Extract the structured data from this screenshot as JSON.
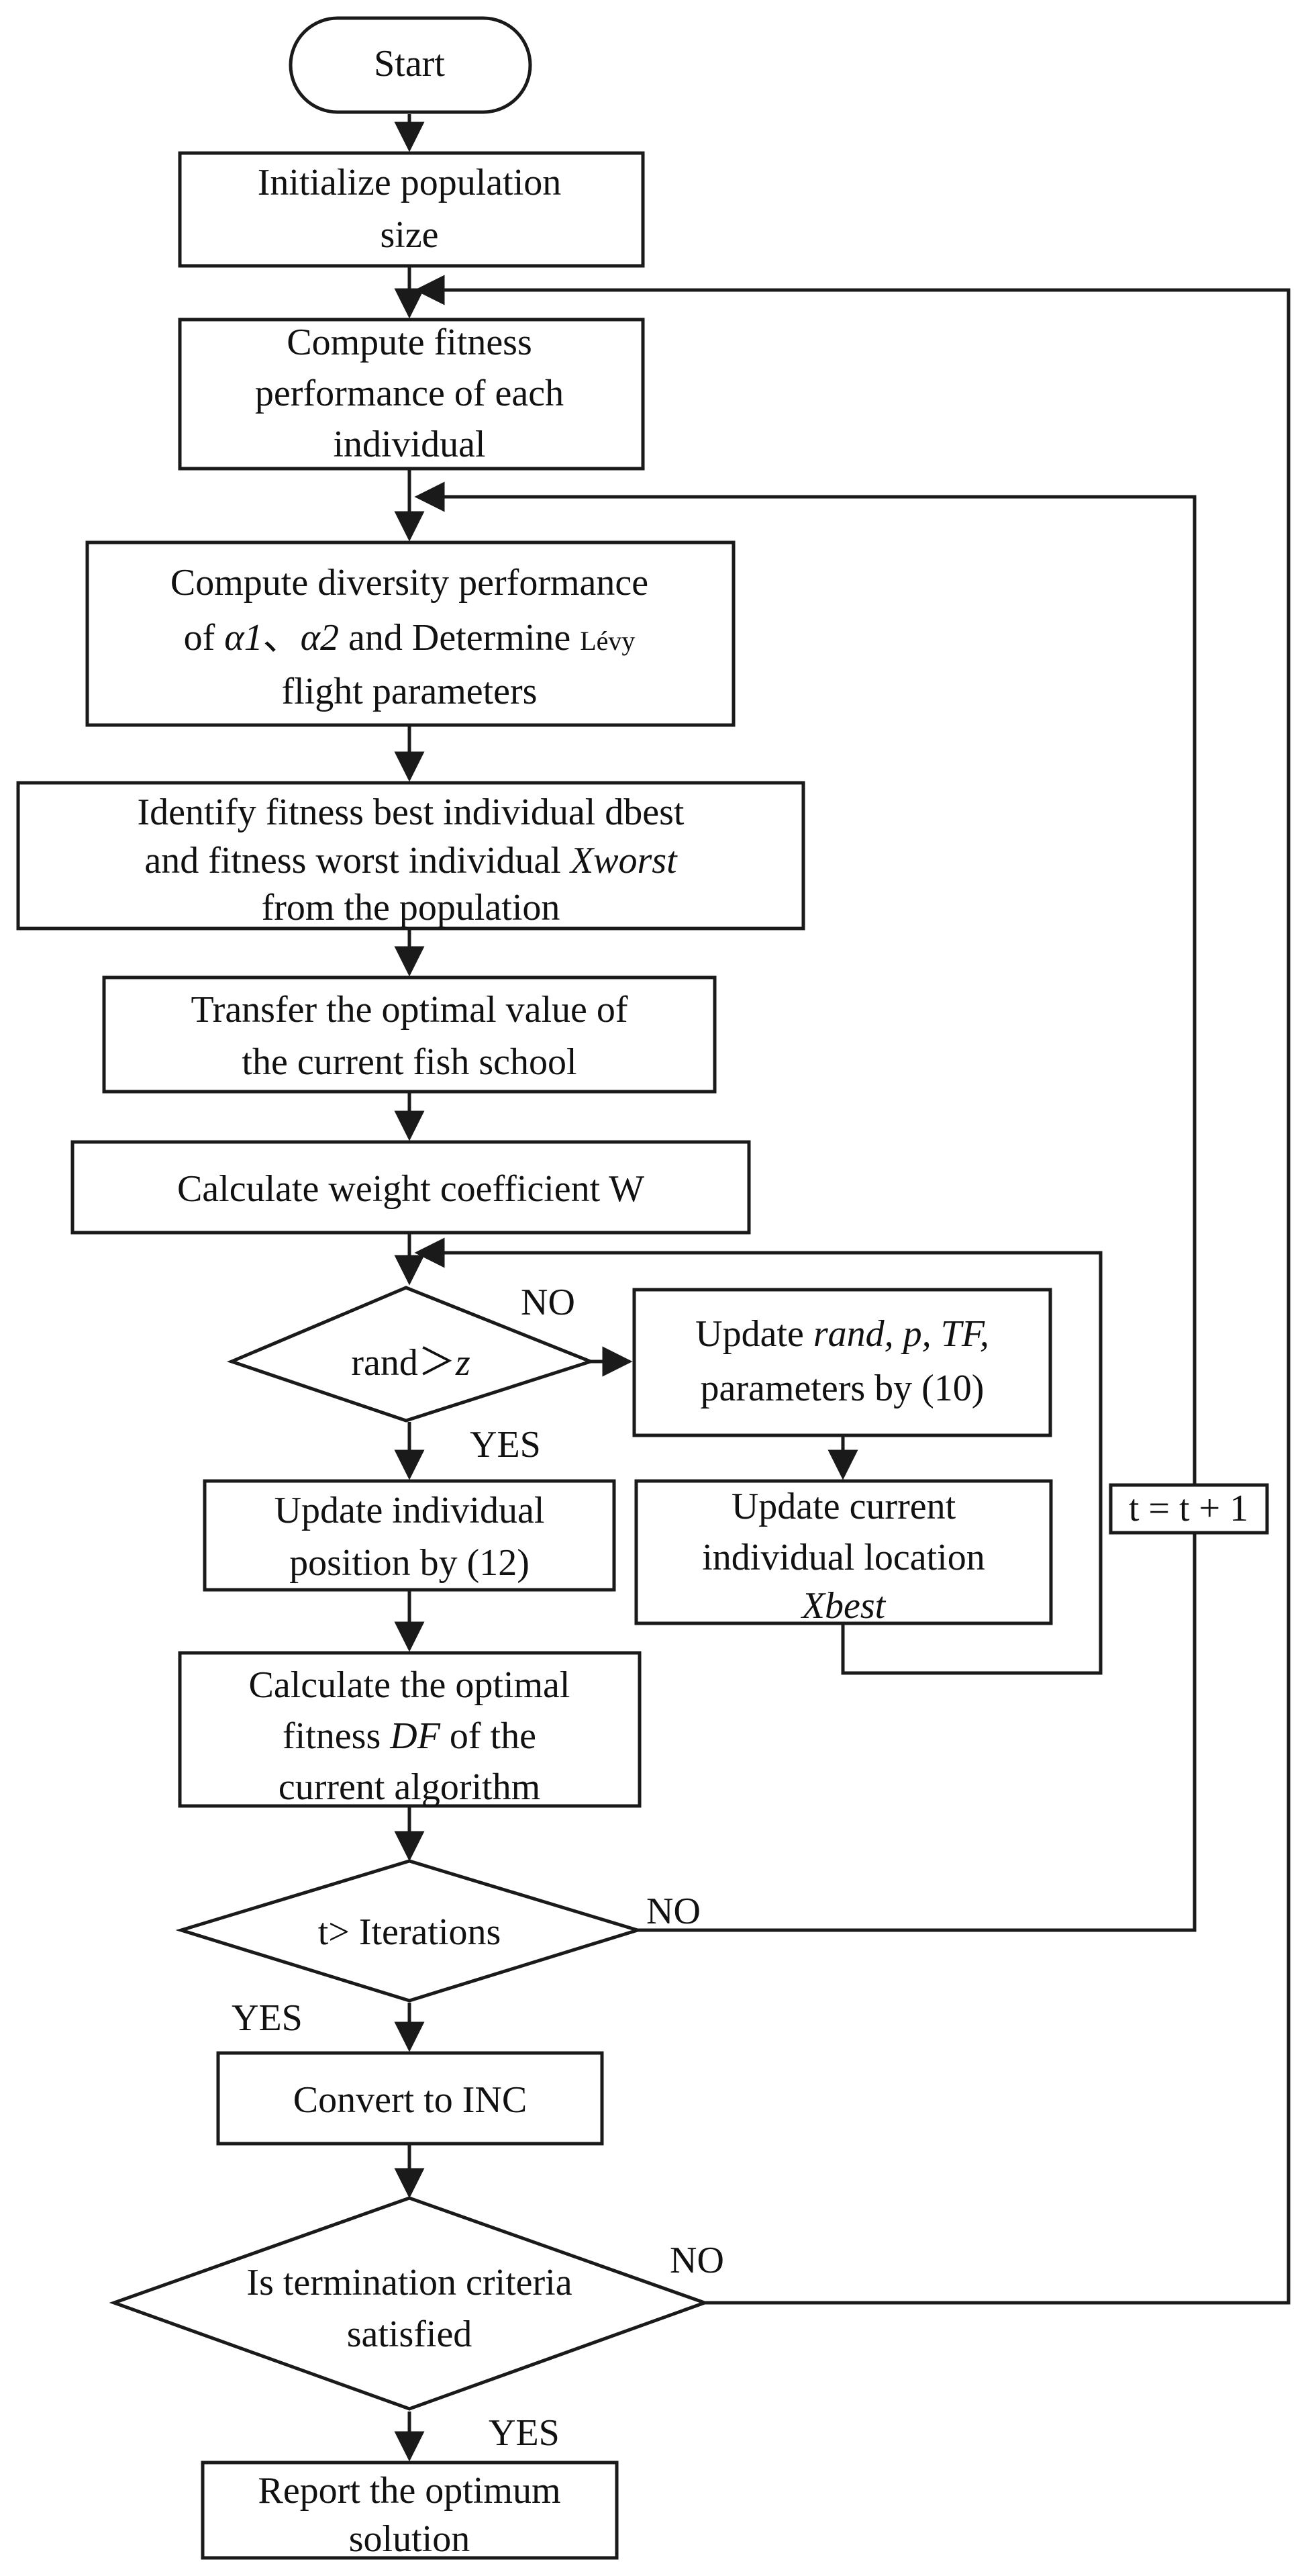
{
  "nodes": {
    "start": "Start",
    "init": [
      "Initialize population",
      "size"
    ],
    "fitness": [
      "Compute fitness",
      "performance of each",
      "individual"
    ],
    "diversity": {
      "line1": "Compute diversity performance",
      "line2_pre": "of ",
      "line2_a1": "α1",
      "line2_sep": "、",
      "line2_a2": "α2",
      "line2_mid": " and Determine ",
      "line2_levy": "Lévy",
      "line3": "flight parameters"
    },
    "identify": {
      "line1": "Identify fitness best individual dbest",
      "line2_pre": "and fitness worst individual ",
      "line2_em": "Xworst",
      "line3": "from the population"
    },
    "transfer": [
      "Transfer the optimal value of",
      "the current fish school"
    ],
    "weight": "Calculate weight coefficient W",
    "decision1": {
      "pre": "rand＞",
      "em": "z"
    },
    "update_params": {
      "line1_pre": "Update ",
      "line1_em": "rand, p, TF,",
      "line2": "parameters by (10)"
    },
    "update_position": [
      "Update individual",
      "position by (12)"
    ],
    "update_location": {
      "line1": "Update current",
      "line2": "individual location",
      "line3_em": "Xbest"
    },
    "optimal_fitness": {
      "line1": "Calculate the optimal",
      "line2_pre": "fitness ",
      "line2_em": "DF",
      "line2_post": " of the",
      "line3": "current algorithm"
    },
    "decision2": "t> Iterations",
    "convert": "Convert to INC",
    "decision3": [
      "Is termination criteria",
      "satisfied"
    ],
    "report": [
      "Report the optimum",
      "solution"
    ],
    "counter": "t = t + 1"
  },
  "edge_labels": {
    "d1_no": "NO",
    "d1_yes": "YES",
    "d2_no": "NO",
    "d2_yes": "YES",
    "d3_no": "NO",
    "d3_yes": "YES"
  }
}
